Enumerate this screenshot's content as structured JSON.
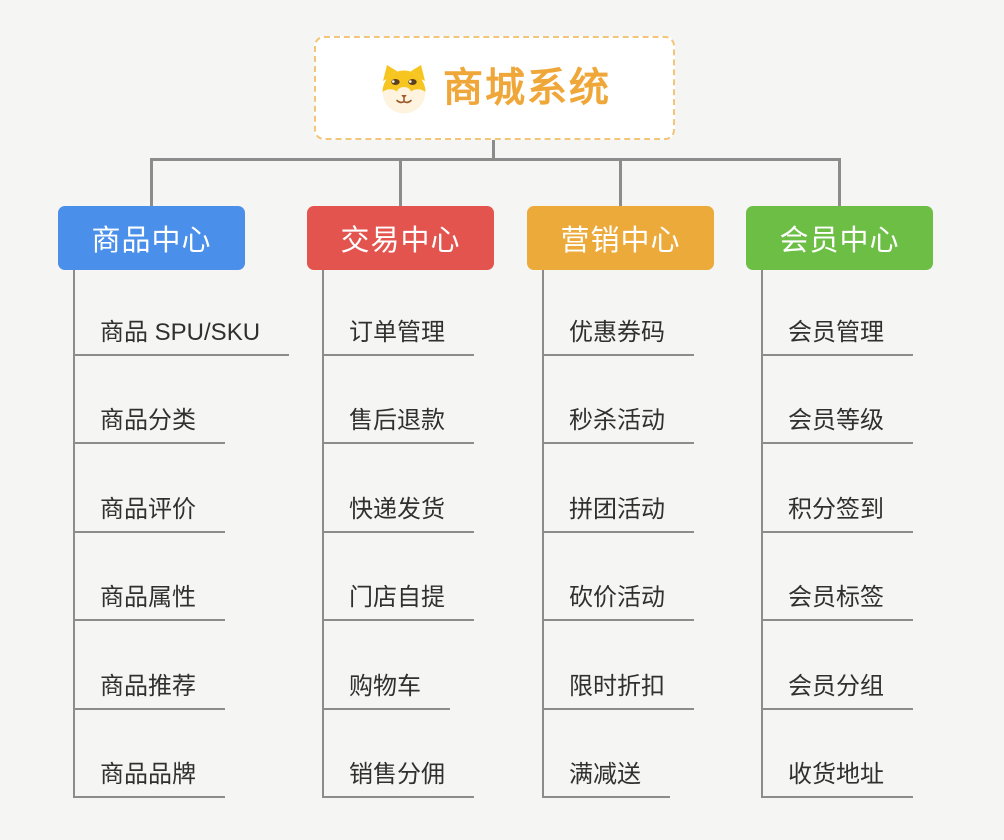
{
  "page": {
    "background_color": "#f5f5f3",
    "connector_color": "#8c8c8c"
  },
  "root": {
    "title": "商城系统",
    "icon": "dog-face-icon",
    "text_color": "#f0a73a",
    "border_color": "#f2c57a",
    "background_color": "#ffffff"
  },
  "branches": [
    {
      "label": "商品中心",
      "color": "#4a8fe9",
      "items": [
        "商品 SPU/SKU",
        "商品分类",
        "商品评价",
        "商品属性",
        "商品推荐",
        "商品品牌"
      ]
    },
    {
      "label": "交易中心",
      "color": "#e3544f",
      "items": [
        "订单管理",
        "售后退款",
        "快递发货",
        "门店自提",
        "购物车",
        "销售分佣"
      ]
    },
    {
      "label": "营销中心",
      "color": "#ecaa3b",
      "items": [
        "优惠券码",
        "秒杀活动",
        "拼团活动",
        "砍价活动",
        "限时折扣",
        "满减送"
      ]
    },
    {
      "label": "会员中心",
      "color": "#6cbe44",
      "items": [
        "会员管理",
        "会员等级",
        "积分签到",
        "会员标签",
        "会员分组",
        "收货地址"
      ]
    }
  ]
}
